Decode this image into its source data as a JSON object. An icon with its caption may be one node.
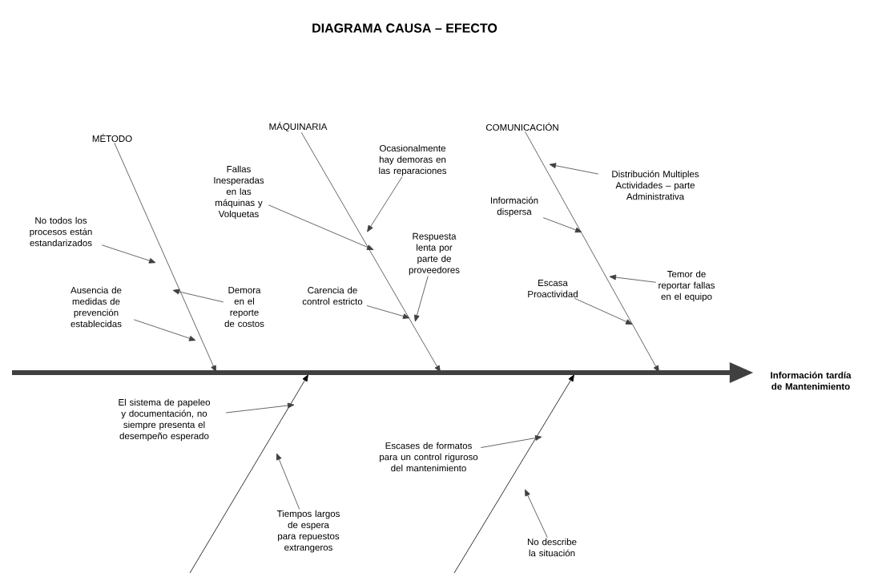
{
  "diagram": {
    "title": "DIAGRAMA CAUSA – EFECTO",
    "nodes": [
      {
        "text": [
          "MÉTODO"
        ]
      },
      {
        "text": [
          "MÁQUINARIA"
        ]
      },
      {
        "text": [
          "COMUNICACIÓN"
        ]
      },
      {
        "text": [
          "Fallas Inesperadas en las máquinas y Volquetas"
        ]
      },
      {
        "text": [
          "Ocasionalmente hay demoras en las reparaciones"
        ]
      },
      {
        "text": [
          "Distribución Multiples Actividades – parte Administrativa"
        ]
      },
      {
        "text": [
          "Información dispersa"
        ]
      },
      {
        "text": [
          "No todos los procesos están estandarizados"
        ]
      },
      {
        "text": [
          "Respuesta lenta por parte de proveedores"
        ]
      },
      {
        "text": [
          "Temor de reportar fallas en el equipo"
        ]
      },
      {
        "text": [
          "Ausencia de medidas de prevención establecidas"
        ]
      },
      {
        "text": [
          "Demora en el reporte de costos"
        ]
      },
      {
        "text": [
          "Carencia de control estricto"
        ]
      },
      {
        "text": [
          "Escasa Proactividad"
        ]
      },
      {
        "text": [
          "Información tardía de Mantenimiento"
        ]
      },
      {
        "text": [
          "El sistema de papeleo y documentación, no siempre presenta el desempeño esperado"
        ]
      },
      {
        "text": [
          "Escases de formatos para un control riguroso del mantenimiento"
        ]
      },
      {
        "text": [
          "Tiempos largos de espera para repuestos extrangeros"
        ]
      },
      {
        "text": [
          "No describe la situación"
        ]
      }
    ],
    "edges": [
      {
        "from": null,
        "to": 14,
        "arrow": "to",
        "style": "thick"
      },
      {
        "from": 0,
        "to": null,
        "arrow": "to"
      },
      {
        "from": 1,
        "to": null,
        "arrow": "to"
      },
      {
        "from": 2,
        "to": null,
        "arrow": "to"
      },
      {
        "from": 3,
        "to": null,
        "arrow": "to"
      },
      {
        "from": 4,
        "to": null,
        "arrow": "to"
      },
      {
        "from": 5,
        "to": null,
        "arrow": "to"
      },
      {
        "from": 6,
        "to": null,
        "arrow": "to"
      },
      {
        "from": 7,
        "to": null,
        "arrow": "to"
      },
      {
        "from": 8,
        "to": null,
        "arrow": "to"
      },
      {
        "from": 9,
        "to": null,
        "arrow": "to"
      },
      {
        "from": 10,
        "to": null,
        "arrow": "to"
      },
      {
        "from": 11,
        "to": null,
        "arrow": "to"
      },
      {
        "from": 12,
        "to": null,
        "arrow": "to"
      },
      {
        "from": 13,
        "to": null,
        "arrow": "to"
      },
      {
        "from": 15,
        "to": null,
        "arrow": "to"
      },
      {
        "from": 16,
        "to": null,
        "arrow": "to"
      },
      {
        "from": 17,
        "to": null,
        "arrow": "to"
      },
      {
        "from": 18,
        "to": null,
        "arrow": "to"
      }
    ]
  }
}
